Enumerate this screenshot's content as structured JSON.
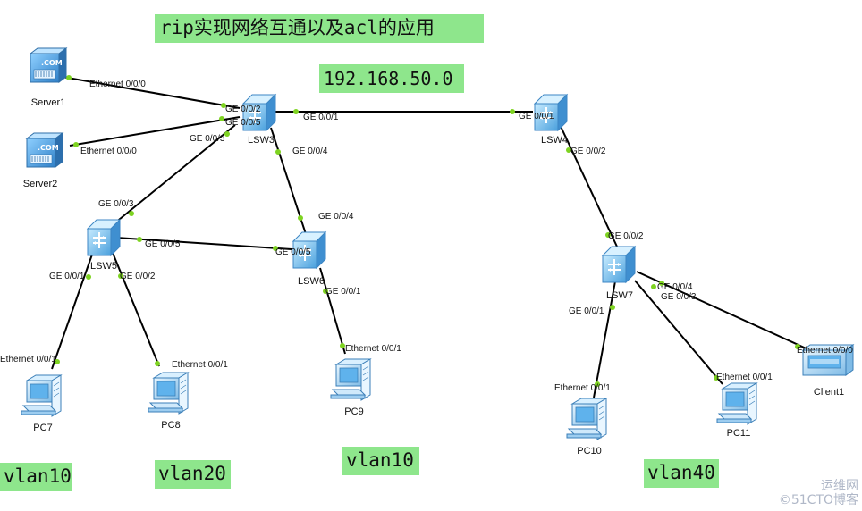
{
  "title": "rip实现网络互通以及acl的应用",
  "subnet": "192.168.50.0",
  "vlan_labels": [
    "vlan10",
    "vlan20",
    "vlan10",
    "vlan40"
  ],
  "nodes": {
    "server1": "Server1",
    "server2": "Server2",
    "lsw3": "LSW3",
    "lsw4": "LSW4",
    "lsw5": "LSW5",
    "lsw6": "LSW6",
    "lsw7": "LSW7",
    "pc7": "PC7",
    "pc8": "PC8",
    "pc9": "PC9",
    "pc10": "PC10",
    "pc11": "PC11",
    "client1": "Client1"
  },
  "server_badge": ".COM",
  "ports": {
    "s1_eth": "Ethernet 0/0/0",
    "s2_eth": "Ethernet 0/0/0",
    "lsw3_ge2": "GE 0/0/2",
    "lsw3_ge5": "GE 0/0/5",
    "lsw3_ge3": "GE 0/0/3",
    "lsw3_ge1": "GE 0/0/1",
    "lsw3_ge4": "GE 0/0/4",
    "lsw4_ge1": "GE 0/0/1",
    "lsw4_ge2": "GE 0/0/2",
    "lsw5_ge3": "GE 0/0/3",
    "lsw5_ge5": "GE 0/0/5",
    "lsw5_ge1": "GE 0/0/1",
    "lsw5_ge2": "GE 0/0/2",
    "lsw6_ge4": "GE 0/0/4",
    "lsw6_ge5": "GE 0/0/5",
    "lsw6_ge1": "GE 0/0/1",
    "lsw7_ge2": "GE 0/0/2",
    "lsw7_ge4": "GE 0/0/4",
    "lsw7_ge3": "GE 0/0/3",
    "lsw7_ge1": "GE 0/0/1",
    "pc7_eth": "Ethernet 0/0/1",
    "pc8_eth": "Ethernet 0/0/1",
    "pc9_eth": "Ethernet 0/0/1",
    "pc10_eth": "Ethernet 0/0/1",
    "pc11_eth": "Ethernet 0/0/1",
    "client1_eth": "Ethernet 0/0/0"
  },
  "watermark": {
    "line1": "运维网",
    "line2": "©51CTO博客"
  },
  "colors": {
    "banner": "#8ee68c",
    "port_dot": "#7ed321",
    "device_blue": "#5aa7e0"
  }
}
